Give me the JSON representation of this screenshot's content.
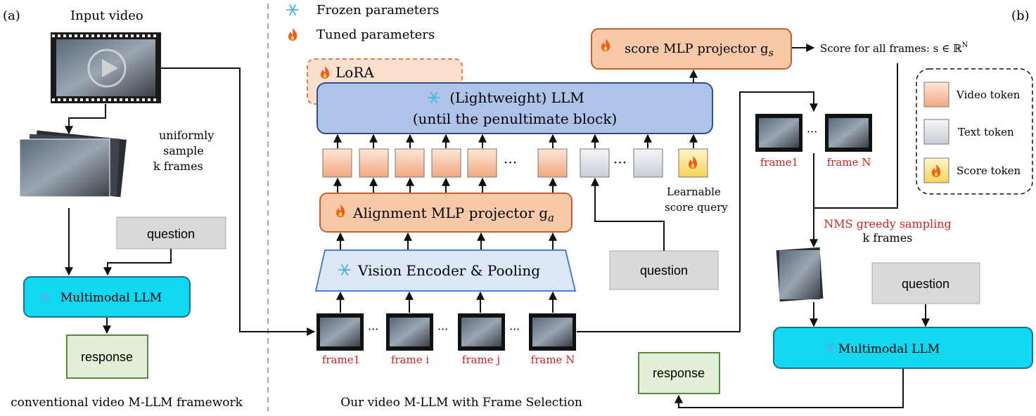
{
  "panel_labels": {
    "left": "(a)",
    "right": "(b)"
  },
  "legend_top": {
    "frozen": "Frozen parameters",
    "tuned": "Tuned parameters"
  },
  "left": {
    "input_video": "Input video",
    "sample_text": [
      "uniformly",
      "sample",
      "k frames"
    ],
    "question": "question",
    "mllm": "Multimodal LLM",
    "response": "response",
    "caption": "conventional video M-LLM framework"
  },
  "middle": {
    "lora": "LoRA",
    "llm_line1": "(Lightweight) LLM",
    "llm_line2": "(until the penultimate block)",
    "ellipsis": "···",
    "align": "Alignment MLP projector g",
    "align_sub": "a",
    "vision": "Vision Encoder & Pooling",
    "learnable": [
      "Learnable",
      "score query"
    ],
    "question": "question",
    "frames": [
      "frame1",
      "frame i",
      "frame j",
      "frame N"
    ],
    "caption": "Our video M-LLM with Frame Selection",
    "score_proj": "score MLP projector g",
    "score_proj_sub": "s",
    "score_text": "Score for all frames: s ∈ ℝ",
    "score_sup": "N"
  },
  "right": {
    "frames": [
      "frame1",
      "frame N"
    ],
    "nms_line1": "NMS greedy sampling",
    "nms_line2": "k frames",
    "question": "question",
    "mllm": "Multimodal LLM",
    "response": "response",
    "legend": {
      "video": "Video token",
      "text": "Text token",
      "score": "Score token"
    }
  },
  "colors": {
    "orange_fill": "#f8c9a8",
    "orange_stroke": "#c0622b",
    "llm_fill": "#aec3e8",
    "llm_stroke": "#2f4e8c",
    "vision_fill": "#dce8f6",
    "vision_stroke": "#4a7fd6",
    "cyan_fill": "#10d8f0",
    "cyan_stroke": "#1a6f9c",
    "green_fill": "#e2efd9",
    "green_stroke": "#5a8a3c",
    "gray_fill": "#d9d9d9",
    "gray_stroke": "#aaaaaa",
    "red_text": "#cc2222"
  }
}
